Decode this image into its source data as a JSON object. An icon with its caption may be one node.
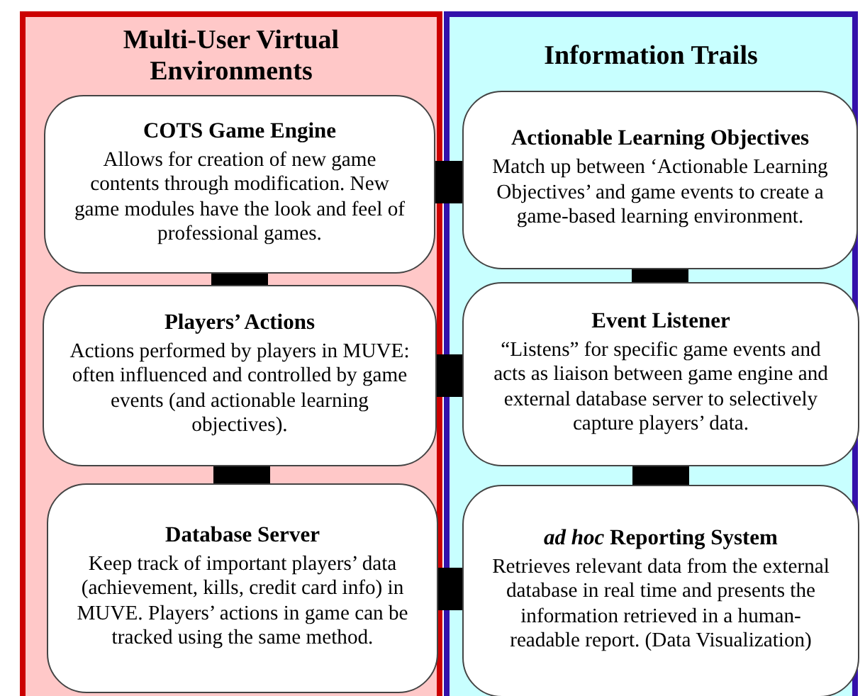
{
  "diagram": {
    "nodes": [
      {
        "text": [
          "Multi-User Virtual Environments"
        ]
      },
      {
        "text": [
          "COTS Game Engine",
          "Allows for creation of new game contents through modification. New game modules have the look and feel of professional games."
        ],
        "in": 0
      },
      {
        "text": [
          "Players’ Actions",
          "Actions performed by players in MUVE: often influenced and controlled by game events (and actionable learning objectives)."
        ],
        "in": 0
      },
      {
        "text": [
          "Database Server",
          "Keep track of important players’ data (achievement, kills, credit card info) in MUVE. Players’ actions in game can be tracked using the same method."
        ],
        "in": 0
      },
      {
        "text": [
          "Information Trails"
        ]
      },
      {
        "text": [
          "Actionable Learning Objectives",
          "Match up between ‘Actionable Learning Objectives’ and game events to create a game-based learning environment."
        ],
        "in": 4
      },
      {
        "text": [
          "Event Listener",
          "“Listens” for specific game events and acts as liaison between game engine and external database server to selectively capture players’ data."
        ],
        "in": 4
      },
      {
        "text": [
          "*ad hoc* Reporting System",
          "Retrieves relevant data from the external database in real time and presents the information retrieved in a human-readable report. (Data Visualization)"
        ],
        "in": 4
      }
    ],
    "edges": [
      {
        "from": 1,
        "to": 2,
        "arrow": "none"
      },
      {
        "from": 2,
        "to": 3,
        "arrow": "none"
      },
      {
        "from": 5,
        "to": 6,
        "arrow": "none"
      },
      {
        "from": 6,
        "to": 7,
        "arrow": "none"
      },
      {
        "from": 1,
        "to": 5,
        "arrow": "none"
      },
      {
        "from": 2,
        "to": 6,
        "arrow": "none"
      },
      {
        "from": 3,
        "to": 7,
        "arrow": "none"
      }
    ]
  }
}
